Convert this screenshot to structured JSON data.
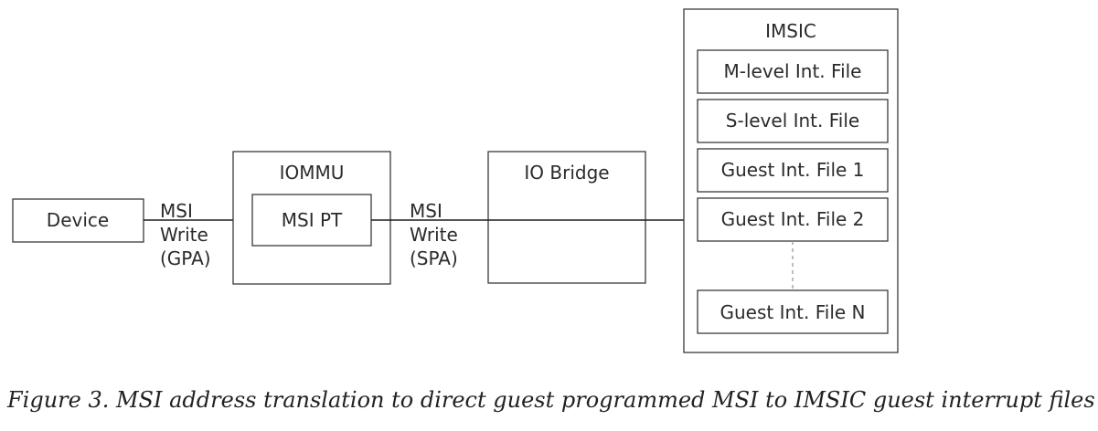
{
  "device": {
    "label": "Device"
  },
  "iommu": {
    "title": "IOMMU",
    "msi_pt": "MSI PT"
  },
  "io_bridge": {
    "title": "IO Bridge"
  },
  "imsic": {
    "title": "IMSIC",
    "files": [
      "M-level Int. File",
      "S-level Int. File",
      "Guest Int. File 1",
      "Guest Int. File 2",
      "Guest Int. File N"
    ]
  },
  "edges": {
    "gpa": [
      "MSI",
      "Write",
      "(GPA)"
    ],
    "spa": [
      "MSI",
      "Write",
      "(SPA)"
    ]
  },
  "caption": "Figure 3. MSI address translation to direct guest programmed MSI to IMSIC guest interrupt files"
}
